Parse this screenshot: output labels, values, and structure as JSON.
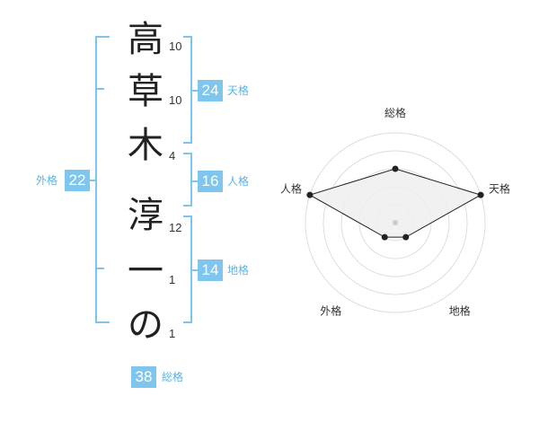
{
  "name": {
    "chars": [
      {
        "char": "高",
        "strokes": "10"
      },
      {
        "char": "草",
        "strokes": "10"
      },
      {
        "char": "木",
        "strokes": "4"
      },
      {
        "char": "淳",
        "strokes": "12"
      },
      {
        "char": "一",
        "strokes": "1"
      },
      {
        "char": "の",
        "strokes": "1"
      }
    ]
  },
  "kakusu": {
    "tenkaku": {
      "value": "24",
      "label": "天格"
    },
    "jinkaku": {
      "value": "16",
      "label": "人格"
    },
    "chikaku": {
      "value": "14",
      "label": "地格"
    },
    "gaikaku": {
      "value": "22",
      "label": "外格"
    },
    "soukaku": {
      "value": "38",
      "label": "総格"
    }
  },
  "chart_data": {
    "type": "radar",
    "axes": [
      "総格",
      "天格",
      "地格",
      "外格",
      "人格"
    ],
    "rings": 5,
    "values": [
      3,
      5,
      1,
      1,
      5
    ],
    "max": 5
  },
  "colors": {
    "accent": "#7ec6ee",
    "accent_text": "#5ab3e6",
    "radar_fill": "#eeeeee",
    "radar_line": "#222222",
    "ring": "#dddddd"
  }
}
